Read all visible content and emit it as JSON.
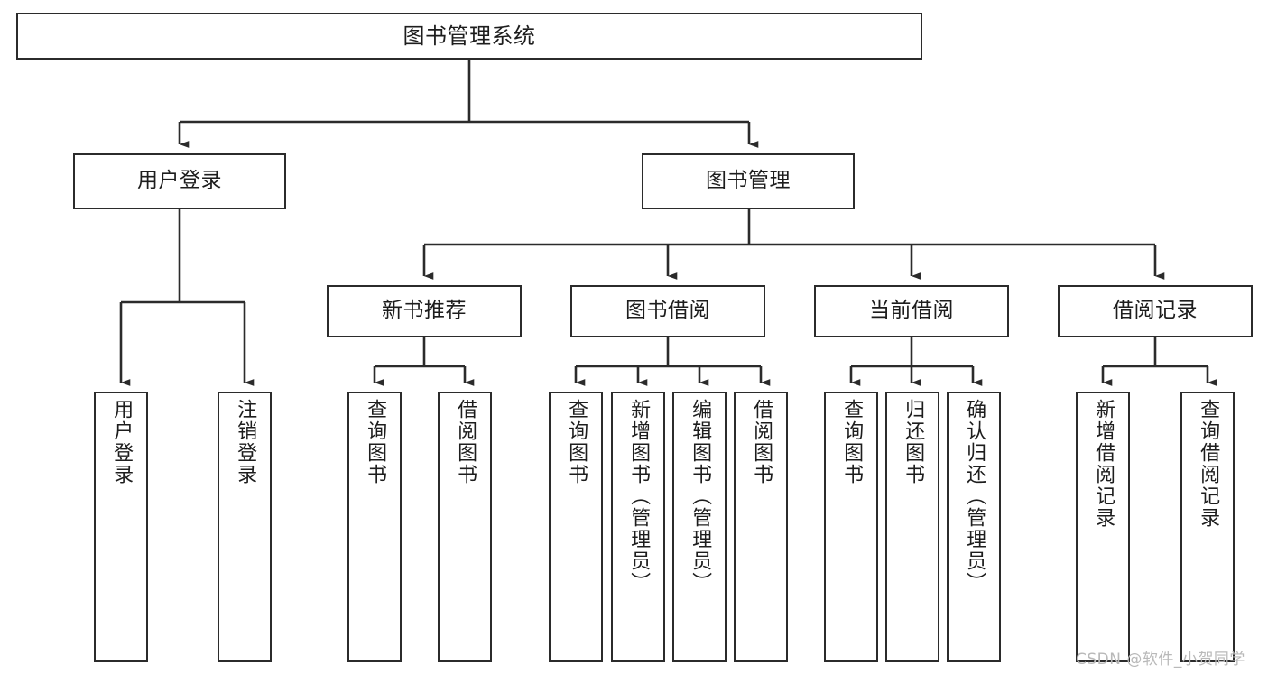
{
  "diagram": {
    "title": "图书管理系统",
    "type": "function-structure-tree",
    "root": {
      "label": "图书管理系统"
    },
    "level2": [
      {
        "label": "用户登录"
      },
      {
        "label": "图书管理"
      }
    ],
    "level3": [
      {
        "label": "新书推荐"
      },
      {
        "label": "图书借阅"
      },
      {
        "label": "当前借阅"
      },
      {
        "label": "借阅记录"
      }
    ],
    "leaves": {
      "user_login": [
        {
          "label": "用户登录"
        },
        {
          "label": "注销登录"
        }
      ],
      "new_book_recommend": [
        {
          "label": "查询图书"
        },
        {
          "label": "借阅图书"
        }
      ],
      "book_borrow": [
        {
          "label": "查询图书"
        },
        {
          "label": "新增图书（管理员）"
        },
        {
          "label": "编辑图书（管理员）"
        },
        {
          "label": "借阅图书"
        }
      ],
      "current_borrow": [
        {
          "label": "查询图书"
        },
        {
          "label": "归还图书"
        },
        {
          "label": "确认归还（管理员）"
        }
      ],
      "borrow_record": [
        {
          "label": "新增借阅记录"
        },
        {
          "label": "查询借阅记录"
        }
      ]
    }
  },
  "watermark": {
    "text": "CSDN @软件_小贺同学",
    "color": "#b9b9b9"
  },
  "style": {
    "border_color": "#2b2b2b",
    "text_color": "#1d1d1d",
    "background": "#ffffff"
  }
}
